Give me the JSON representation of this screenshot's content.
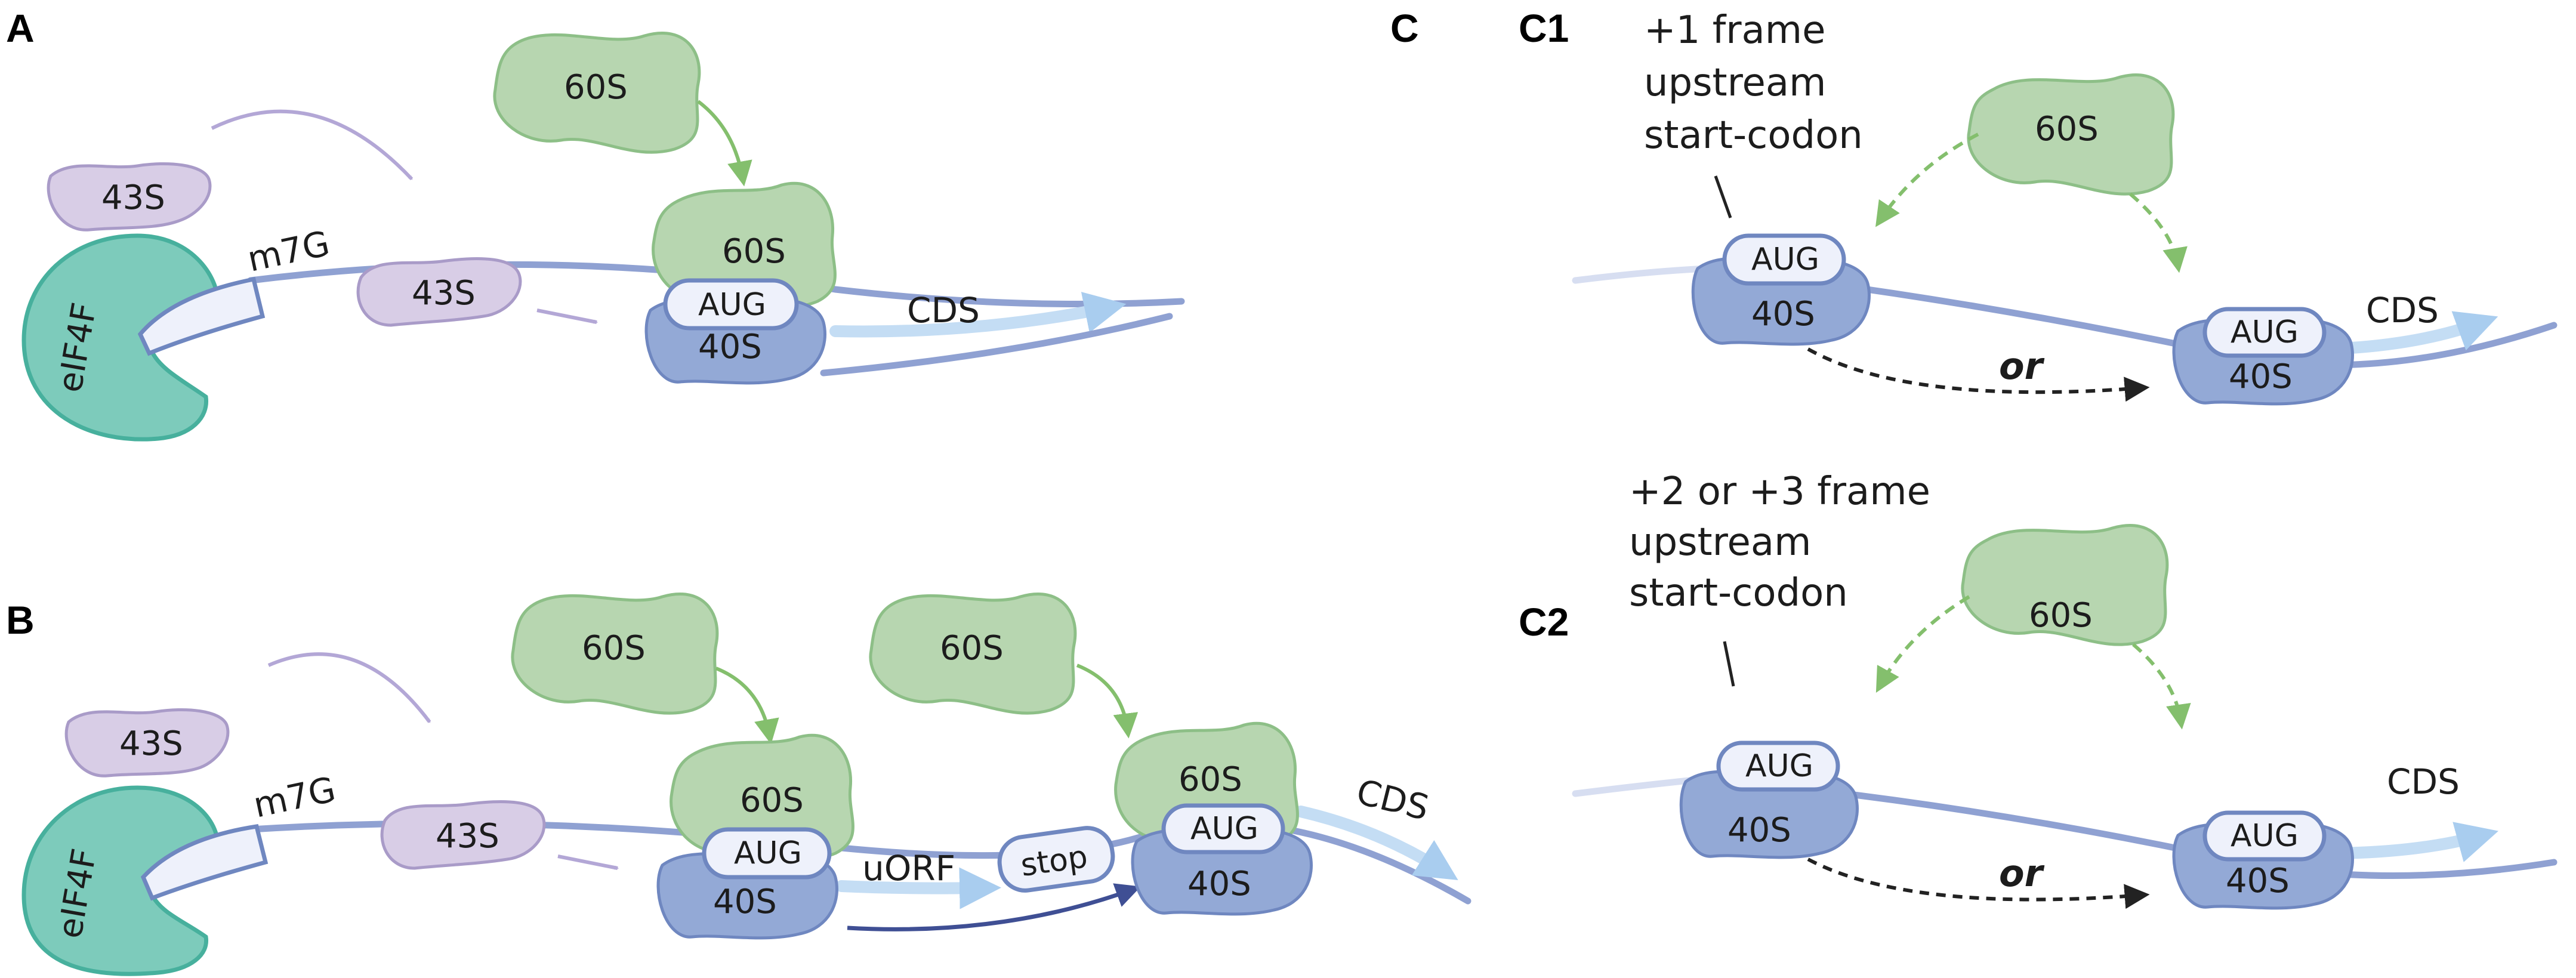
{
  "panels": {
    "a": {
      "label": "A"
    },
    "b": {
      "label": "B"
    },
    "c": {
      "label": "C"
    },
    "c1": {
      "label": "C1"
    },
    "c2": {
      "label": "C2"
    }
  },
  "labels": {
    "s60": "60S",
    "s43": "43S",
    "s40": "40S",
    "eif4f": "eIF4F",
    "m7g": "m7G",
    "aug": "AUG",
    "stop": "stop",
    "cds": "CDS",
    "uorf": "uORF",
    "or": "or"
  },
  "notes": {
    "c1": [
      "+1 frame",
      "upstream",
      "start-codon"
    ],
    "c2": [
      "+2 or +3 frame",
      "upstream",
      "start-codon"
    ]
  },
  "colors": {
    "subunit_60s": "#b7d6b0",
    "subunit_43s": "#d8cde6",
    "subunit_40s": "#93a9d6",
    "eif4f": "#7dcbbb",
    "mrna": "#8fa1d2",
    "cds_arrow": "#c4ddf4",
    "arrow_green": "#84bf6d",
    "arrow_purple": "#b3a7d6"
  }
}
